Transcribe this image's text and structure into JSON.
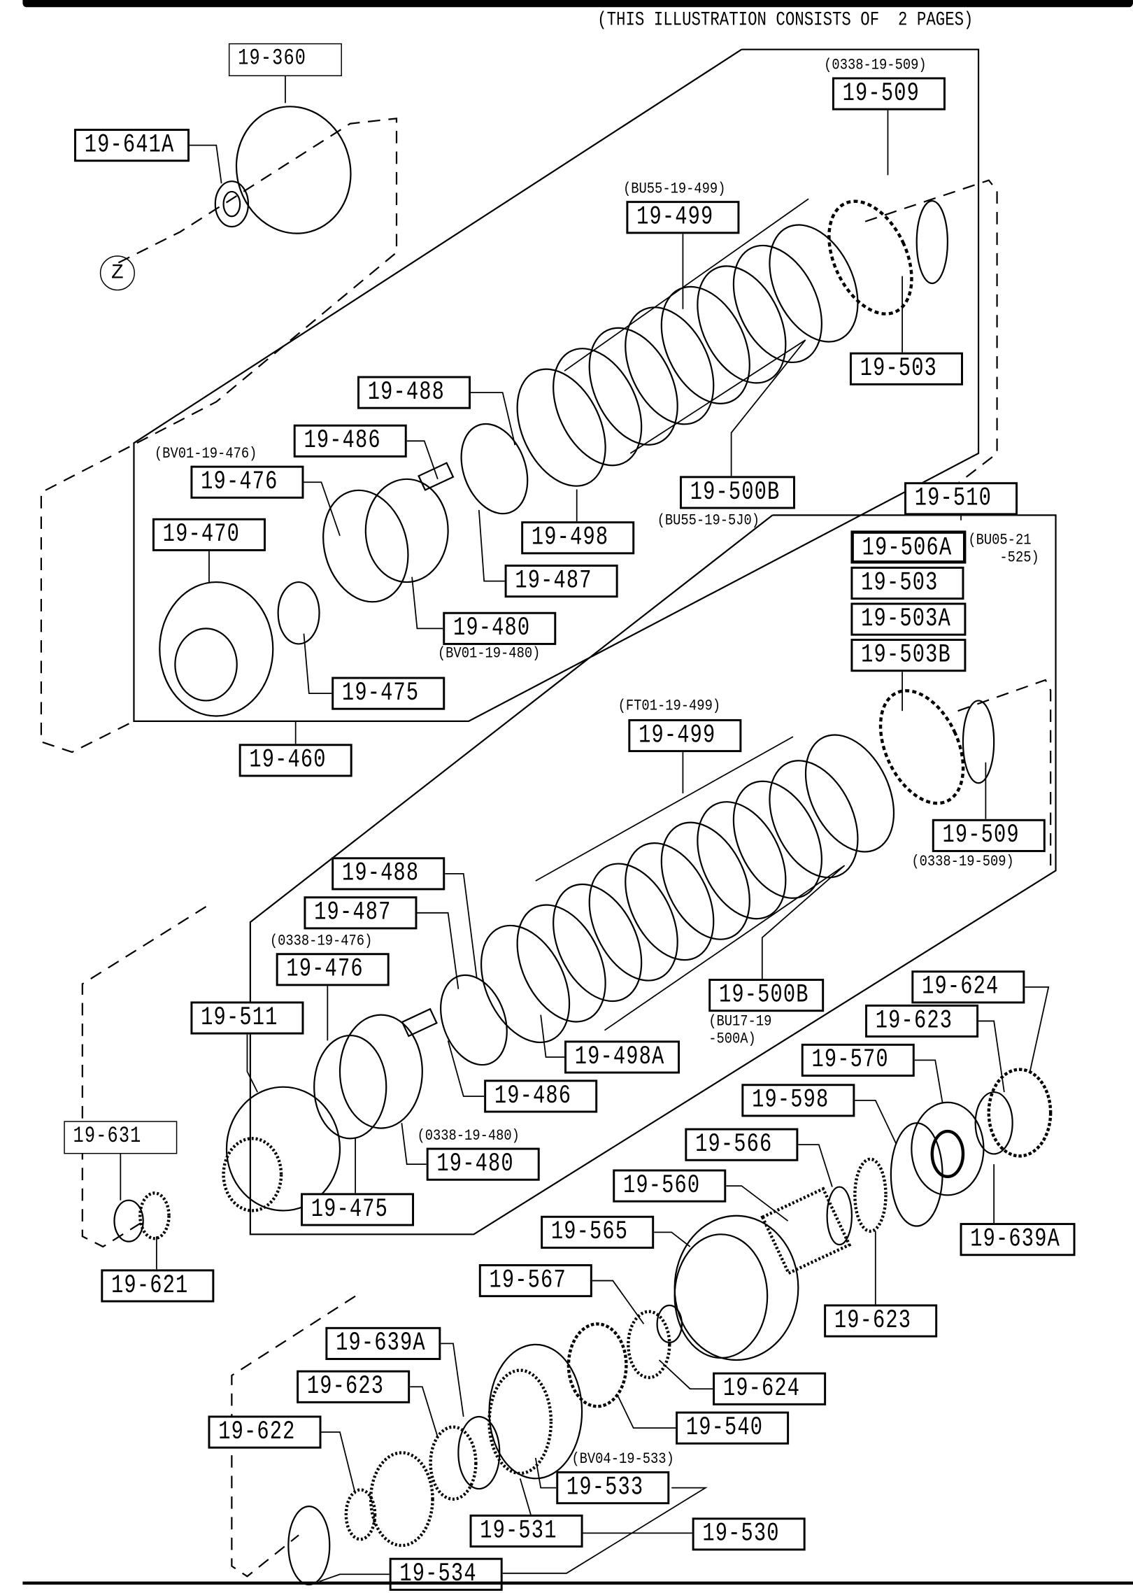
{
  "header": {
    "note": "(THIS ILLUSTRATION CONSISTS OF  2 PAGES)"
  },
  "reference_marker": "Z",
  "labels": [
    "19-360",
    "19-641A",
    "19-509",
    "19-499",
    "19-503",
    "19-488",
    "19-486",
    "19-476",
    "19-470",
    "19-498",
    "19-500B",
    "19-510",
    "19-506A",
    "19-503",
    "19-503A",
    "19-503B",
    "19-487",
    "19-480",
    "19-475",
    "19-460",
    "19-499",
    "19-509",
    "19-488",
    "19-487",
    "19-476",
    "19-500B",
    "19-624",
    "19-623",
    "19-511",
    "19-498A",
    "19-570",
    "19-598",
    "19-486",
    "19-631",
    "19-480",
    "19-566",
    "19-560",
    "19-475",
    "19-565",
    "19-639A",
    "19-621",
    "19-567",
    "19-623",
    "19-639A",
    "19-623",
    "19-624",
    "19-622",
    "19-540",
    "19-533",
    "19-531",
    "19-530",
    "19-534"
  ],
  "sub_labels": [
    "(0338-19-509)",
    "(BU55-19-499)",
    "(BV01-19-476)",
    "(BU55-19-5J0)",
    "(BU05-21\n    -525)",
    "(BV01-19-480)",
    "(FT01-19-499)",
    "(0338-19-509)",
    "(0338-19-476)",
    "(BU17-19\n-500A)",
    "(0338-19-480)",
    "(BV04-19-533)"
  ]
}
